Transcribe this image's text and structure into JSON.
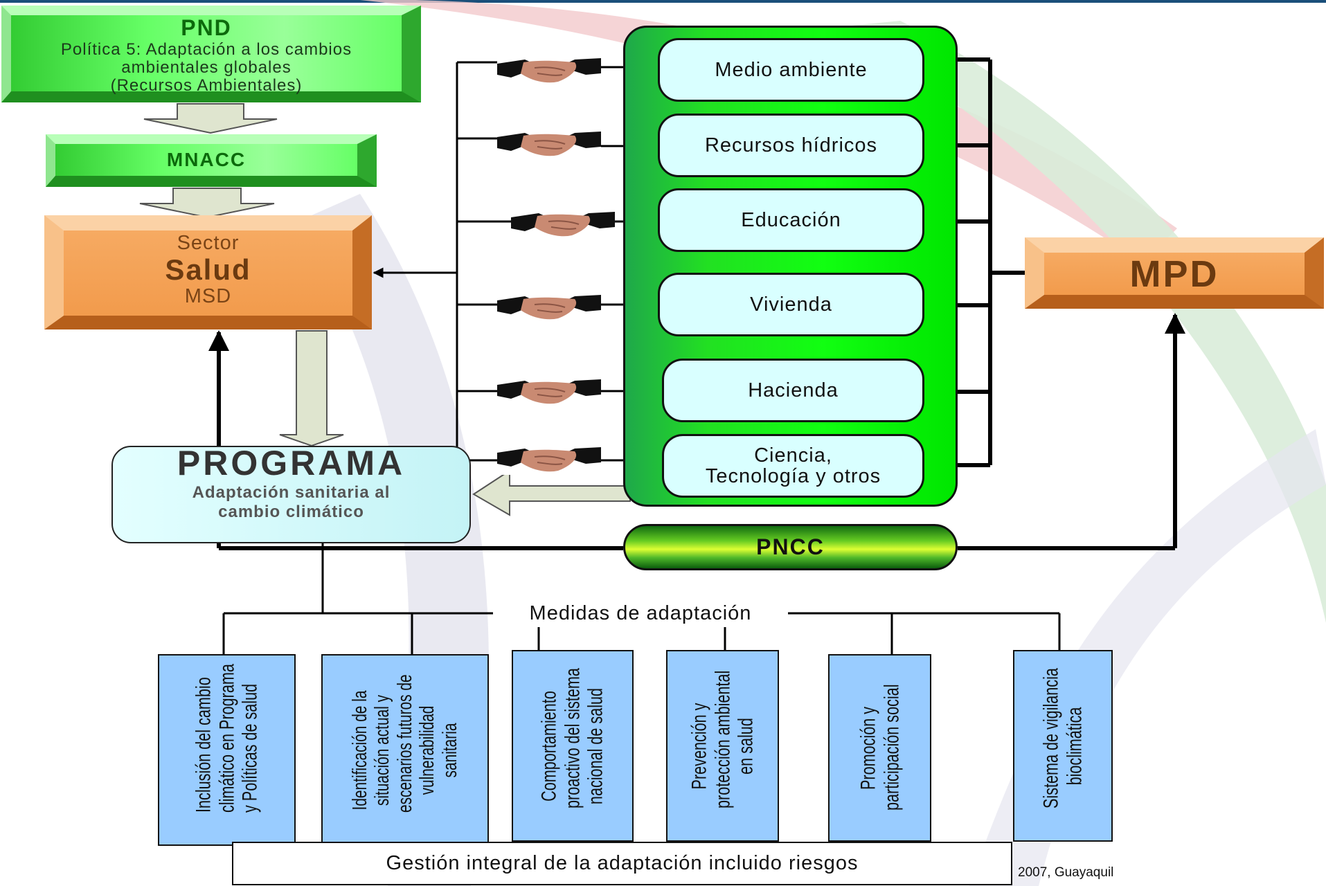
{
  "pnd": {
    "title": "PND",
    "line1": "Política 5: Adaptación a los cambios",
    "line2": "ambientales globales",
    "line3": "(Recursos Ambientales)"
  },
  "mnacc": {
    "label": "MNACC"
  },
  "salud": {
    "line1": "Sector",
    "line2": "Salud",
    "line3": "MSD"
  },
  "programa": {
    "title": "PROGRAMA",
    "sub1": "Adaptación sanitaria al",
    "sub2": "cambio climático"
  },
  "sectors": [
    {
      "lines": [
        "Medio ambiente"
      ]
    },
    {
      "lines": [
        "Recursos hídricos"
      ]
    },
    {
      "lines": [
        "Educación"
      ]
    },
    {
      "lines": [
        "Vivienda"
      ]
    },
    {
      "lines": [
        "Hacienda"
      ]
    },
    {
      "lines": [
        "Ciencia,",
        "Tecnología y otros"
      ]
    }
  ],
  "mpd": {
    "label": "MPD"
  },
  "pncc": {
    "label": "PNCC"
  },
  "medidas": {
    "label": "Medidas de adaptación"
  },
  "measures": [
    {
      "lines": [
        "Inclusión del cambio",
        "climático en Programa",
        "y Políticas de salud"
      ]
    },
    {
      "lines": [
        "Identificación de la",
        "situación actual y",
        "escenarios futuros de",
        "vulnerabilidad",
        "sanitaria"
      ]
    },
    {
      "lines": [
        "Comportamiento",
        "proactivo del sistema",
        "nacional de salud"
      ]
    },
    {
      "lines": [
        "Prevención y",
        "protección ambiental",
        "en salud"
      ]
    },
    {
      "lines": [
        "Promoción y",
        "participación social"
      ]
    },
    {
      "lines": [
        "Sistema de vigilancia",
        "bioclimática"
      ]
    }
  ],
  "gestion": {
    "label": "Gestión integral de la adaptación incluido riesgos"
  },
  "footnote": {
    "label": "2007, Guayaquil"
  },
  "colors": {
    "green_column": "#11ff11",
    "pill": "#d9ffff",
    "orange": "#f29b4c",
    "measure": "#99ccff",
    "programa_text": "#333333"
  },
  "icons": {
    "handshake": "handshake-icon"
  }
}
